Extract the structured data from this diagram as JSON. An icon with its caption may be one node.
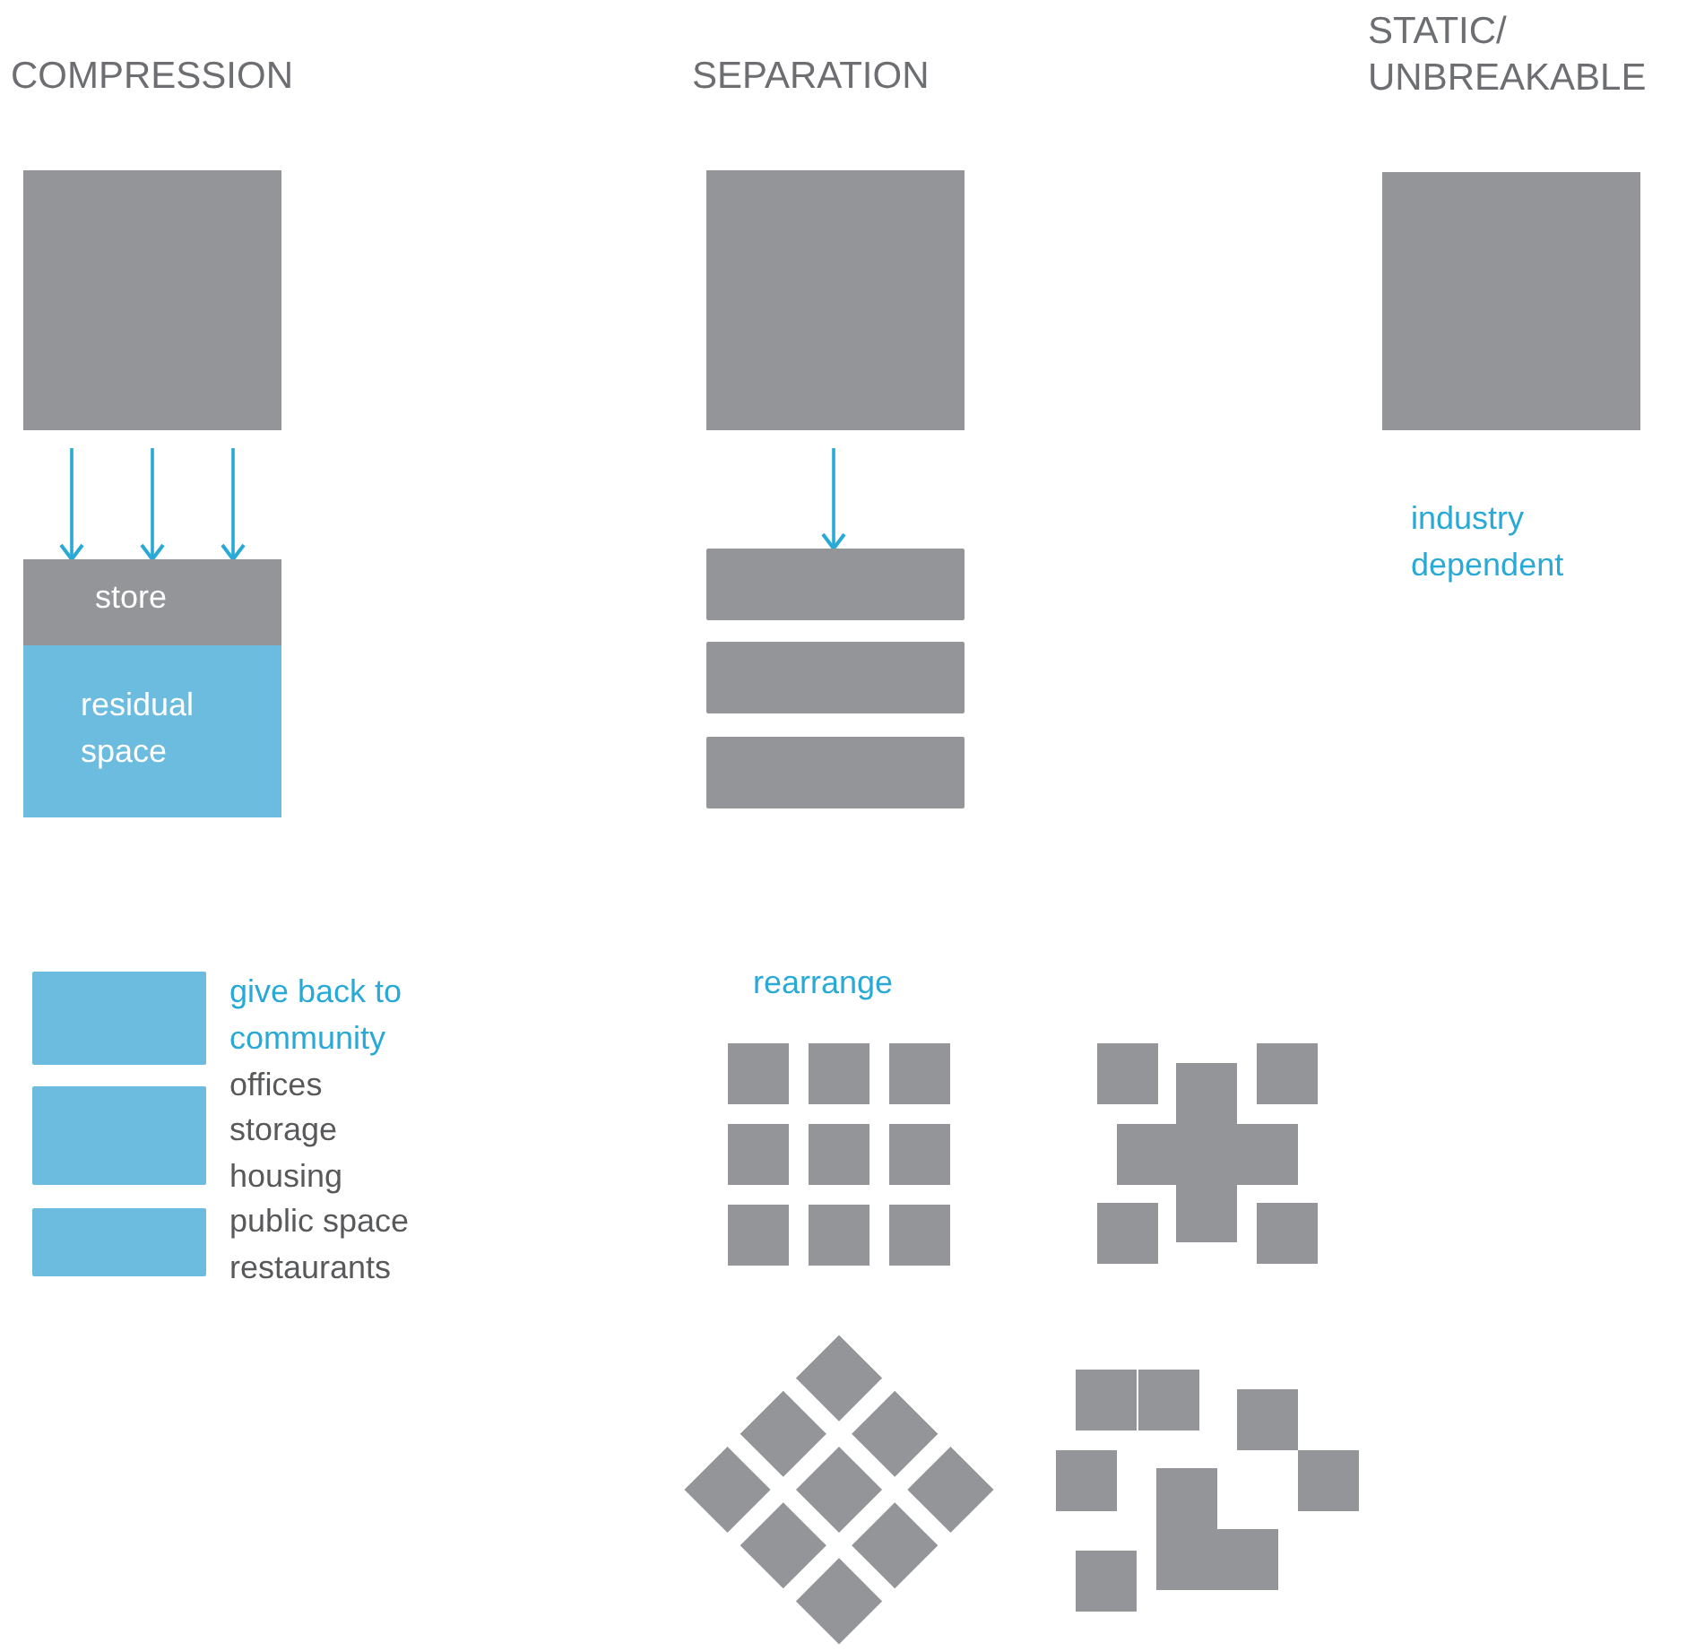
{
  "diagram": {
    "nodes": [
      {
        "text": [],
        "shape": "box",
        "beside": [
          "COMPRESSION"
        ]
      },
      {
        "text": [
          "store"
        ]
      },
      {
        "text": [
          "residual space"
        ]
      },
      {
        "text": [],
        "shape": "box",
        "beside": [
          "SEPARATION"
        ]
      },
      {
        "text": [],
        "shape": "bar"
      },
      {
        "text": [],
        "shape": "bar"
      },
      {
        "text": [],
        "shape": "bar"
      },
      {
        "text": [],
        "shape": "box",
        "beside": [
          "STATIC/ UNBREAKABLE"
        ]
      },
      {
        "text": [],
        "shape": "bar"
      },
      {
        "text": [],
        "shape": "bar"
      },
      {
        "text": [],
        "shape": "bar"
      }
    ],
    "edges": [
      {
        "from": 0,
        "to": 1,
        "arrow": "to"
      },
      {
        "from": 0,
        "to": 1,
        "arrow": "to"
      },
      {
        "from": 0,
        "to": 1,
        "arrow": "to"
      },
      {
        "from": 3,
        "to": 4,
        "arrow": "to"
      }
    ],
    "labels": [
      "industry dependent",
      "give back to community",
      "offices",
      "storage",
      "housing",
      "public space",
      "restaurants",
      "rearrange"
    ]
  }
}
